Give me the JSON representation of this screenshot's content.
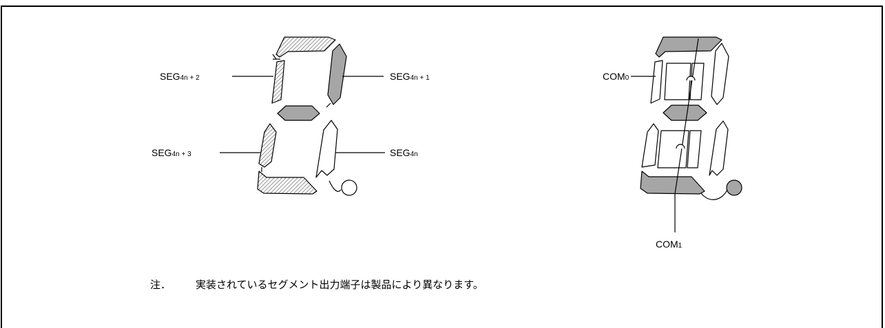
{
  "left_digit": {
    "labels": {
      "seg_4n_plus_2": {
        "main": "SEG",
        "sub": "4n + 2"
      },
      "seg_4n_plus_1": {
        "main": "SEG",
        "sub": "4n + 1"
      },
      "seg_4n_plus_3": {
        "main": "SEG",
        "sub": "4n + 3"
      },
      "seg_4n": {
        "main": "SEG",
        "sub": "4n"
      }
    }
  },
  "right_digit": {
    "labels": {
      "com0": {
        "main": "COM",
        "sub": "0"
      },
      "com1": {
        "main": "COM",
        "sub": "1"
      }
    }
  },
  "note": {
    "mark": "注．",
    "text": "実装されているセグメント出力端子は製品により異なります。"
  },
  "colors": {
    "filled": "#a6a6a6",
    "hatch": "#7a7a7a",
    "outline": "#000000"
  }
}
